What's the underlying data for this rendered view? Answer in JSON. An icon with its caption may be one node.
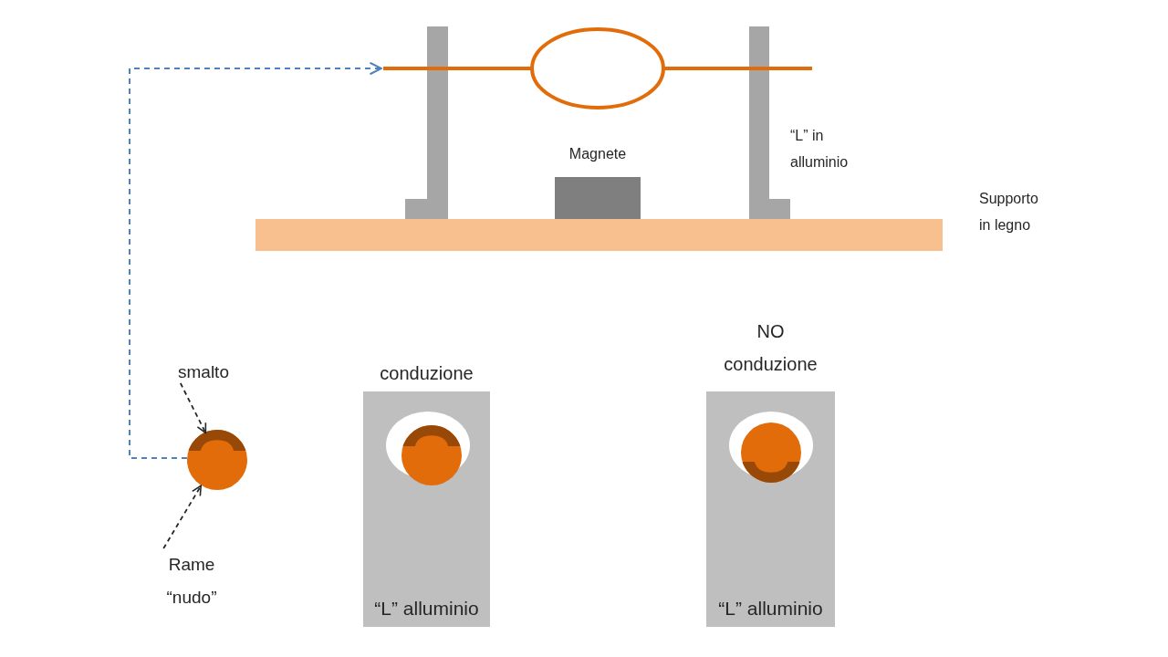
{
  "diagram": {
    "nodes": [
      {
        "text": [],
        "shape": "picture"
      },
      {
        "text": [],
        "shape": "bar"
      },
      {
        "text": [],
        "shape": "bar",
        "beside": [
          "“L” in alluminio"
        ]
      },
      {
        "text": [],
        "shape": "box",
        "beside": [
          "Magnete"
        ]
      },
      {
        "text": [],
        "shape": "bar",
        "beside": [
          "Supporto in legno"
        ]
      },
      {
        "text": [
          "smalto"
        ]
      },
      {
        "text": [],
        "shape": "circle"
      },
      {
        "text": [],
        "shape": "picture",
        "in": 6
      },
      {
        "text": [
          "Rame “nudo”"
        ]
      },
      {
        "text": [
          "conduzione",
          "“L” alluminio"
        ]
      },
      {
        "text": [
          "NO conduzione",
          "“L” alluminio"
        ]
      }
    ],
    "edges": [
      {
        "from": 6,
        "to": 0,
        "arrow": "to",
        "style": "dashed",
        "color": "#4f81bd"
      },
      {
        "from": 5,
        "to": 7,
        "arrow": "to",
        "style": "dashed"
      },
      {
        "from": 8,
        "to": 6,
        "arrow": "to",
        "style": "dashed"
      }
    ]
  }
}
